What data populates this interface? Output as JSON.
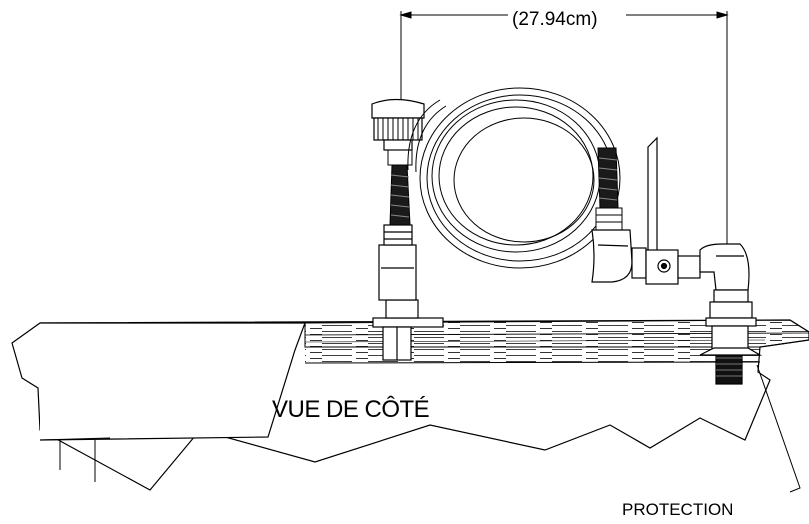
{
  "drawing": {
    "dimension_label": "(27.94cm)",
    "view_title": "VUE DE CÔTÉ",
    "callout_label": "PROTECTION"
  }
}
